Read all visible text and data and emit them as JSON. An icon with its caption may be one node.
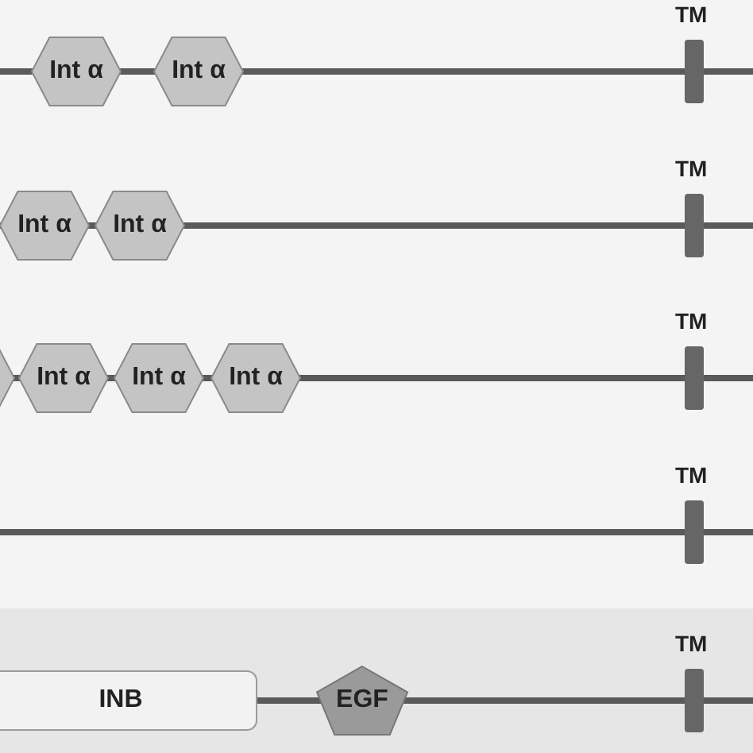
{
  "diagram": {
    "nodes": [
      {
        "text": [
          "Int α"
        ]
      },
      {
        "text": [
          "Int α"
        ]
      },
      {
        "text": [],
        "shape": "bar",
        "beside": [
          "TM"
        ]
      },
      {
        "text": [
          "Int α"
        ]
      },
      {
        "text": [
          "Int α"
        ]
      },
      {
        "text": [],
        "shape": "bar",
        "beside": [
          "TM"
        ]
      },
      {
        "text": [],
        "shape": "hexagon"
      },
      {
        "text": [
          "Int α"
        ]
      },
      {
        "text": [
          "Int α"
        ]
      },
      {
        "text": [
          "Int α"
        ]
      },
      {
        "text": [],
        "shape": "bar",
        "beside": [
          "TM"
        ]
      },
      {
        "text": [],
        "shape": "bar",
        "beside": [
          "TM"
        ]
      },
      {
        "text": [
          "INB"
        ]
      },
      {
        "text": [
          "EGF"
        ]
      },
      {
        "text": [],
        "shape": "bar",
        "beside": [
          "TM"
        ]
      }
    ]
  }
}
